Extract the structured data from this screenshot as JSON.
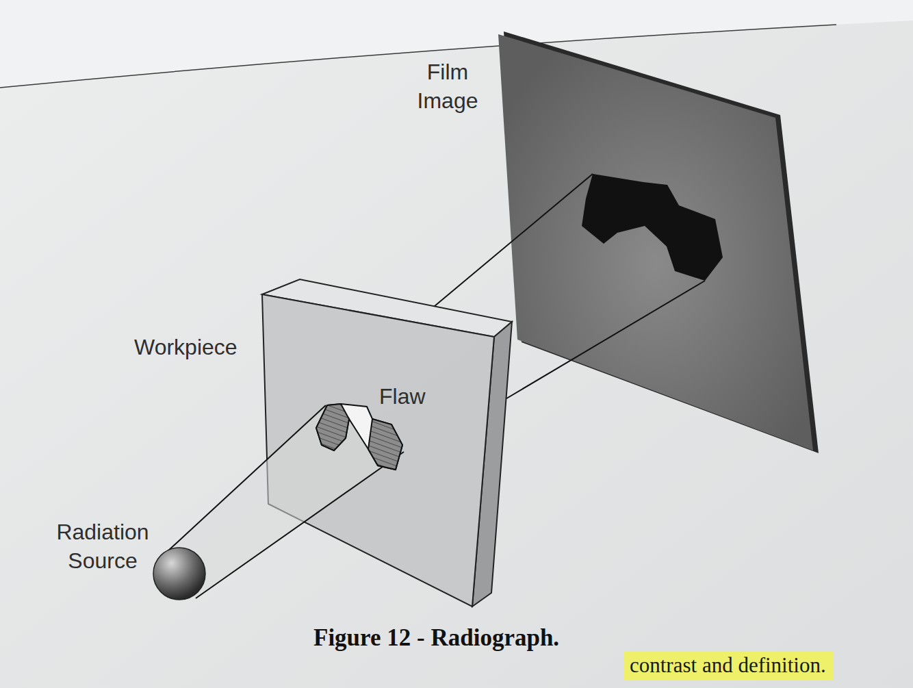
{
  "diagram": {
    "caption": "Figure 12 - Radiograph.",
    "labels": [
      "Film Image",
      "Workpiece",
      "Flaw",
      "Radiation Source",
      "contrast and definition."
    ]
  }
}
